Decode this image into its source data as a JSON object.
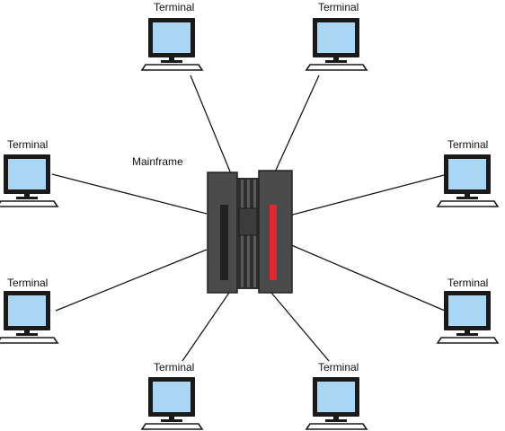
{
  "diagram": {
    "hub_label": "Mainframe",
    "terminals": [
      {
        "id": "top-left",
        "label": "Terminal"
      },
      {
        "id": "top-right",
        "label": "Terminal"
      },
      {
        "id": "left-upper",
        "label": "Terminal"
      },
      {
        "id": "right-upper",
        "label": "Terminal"
      },
      {
        "id": "left-lower",
        "label": "Terminal"
      },
      {
        "id": "right-lower",
        "label": "Terminal"
      },
      {
        "id": "bottom-left",
        "label": "Terminal"
      },
      {
        "id": "bottom-right",
        "label": "Terminal"
      }
    ],
    "colors": {
      "screen": "#a9d6f5",
      "monitor_body": "#1a1a1a",
      "cabinet": "#4a4a4a",
      "cabinet_dark": "#222222",
      "accent_red": "#e3262b",
      "link": "#1a1a1a"
    }
  }
}
